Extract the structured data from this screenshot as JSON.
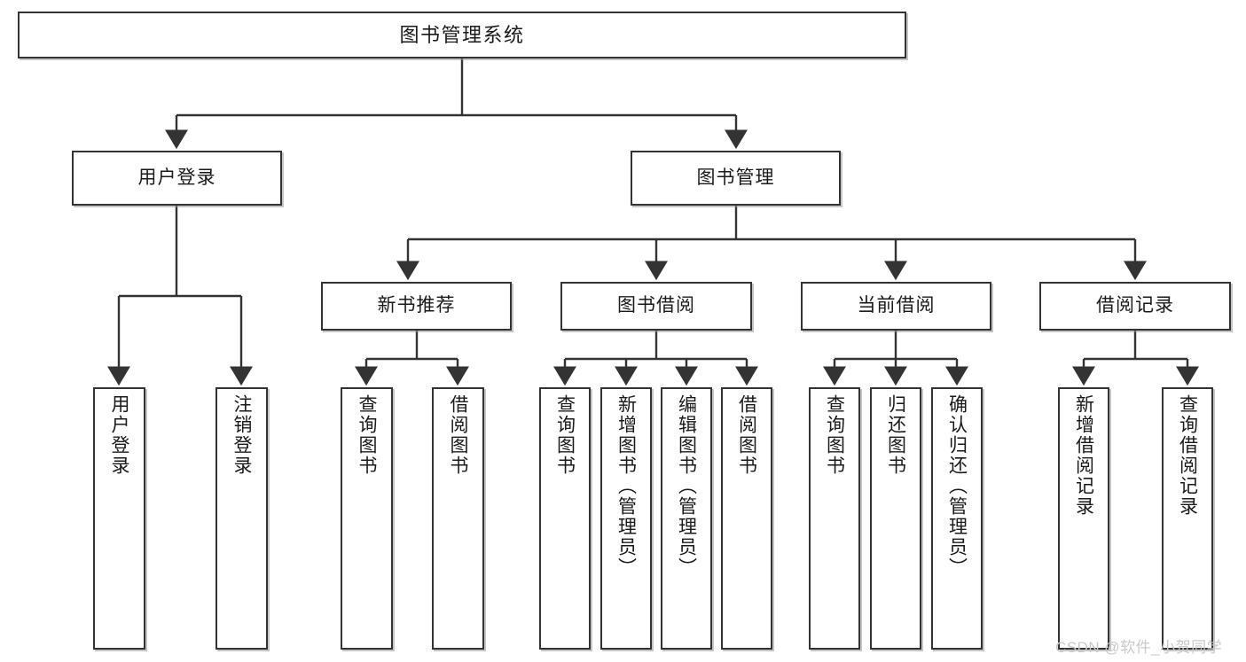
{
  "diagram": {
    "title": "图书管理系统",
    "type": "functional-structure-tree",
    "watermark": "CSDN @软件_小贺同学",
    "colors": {
      "node_border": "#333333",
      "node_fill": "#ffffff",
      "edge": "#333333",
      "text": "#1a1a1a",
      "watermark": "#c9c9c9",
      "background": "#ffffff"
    },
    "nodes": {
      "root": {
        "label": "图书管理系统"
      },
      "level2": [
        {
          "id": "user-login",
          "label": "用户登录"
        },
        {
          "id": "book-manage",
          "label": "图书管理"
        }
      ],
      "level3": [
        {
          "id": "new-book-recommend",
          "label": "新书推荐"
        },
        {
          "id": "book-borrow",
          "label": "图书借阅"
        },
        {
          "id": "current-borrow",
          "label": "当前借阅"
        },
        {
          "id": "borrow-record",
          "label": "借阅记录"
        }
      ],
      "leaves": {
        "user-login": [
          {
            "id": "leaf-user-login",
            "label": "用户登录"
          },
          {
            "id": "leaf-user-logout",
            "label": "注销登录"
          }
        ],
        "new-book-recommend": [
          {
            "id": "leaf-query-book-1",
            "label": "查询图书"
          },
          {
            "id": "leaf-borrow-book-1",
            "label": "借阅图书"
          }
        ],
        "book-borrow": [
          {
            "id": "leaf-query-book-2",
            "label": "查询图书"
          },
          {
            "id": "leaf-add-book",
            "label": "新增图书（管理员）"
          },
          {
            "id": "leaf-edit-book",
            "label": "编辑图书（管理员）"
          },
          {
            "id": "leaf-borrow-book-2",
            "label": "借阅图书"
          }
        ],
        "current-borrow": [
          {
            "id": "leaf-query-book-3",
            "label": "查询图书"
          },
          {
            "id": "leaf-return-book",
            "label": "归还图书"
          },
          {
            "id": "leaf-confirm-return",
            "label": "确认归还（管理员）"
          }
        ],
        "borrow-record": [
          {
            "id": "leaf-add-record",
            "label": "新增借阅记录"
          },
          {
            "id": "leaf-query-record",
            "label": "查询借阅记录"
          }
        ]
      }
    }
  }
}
